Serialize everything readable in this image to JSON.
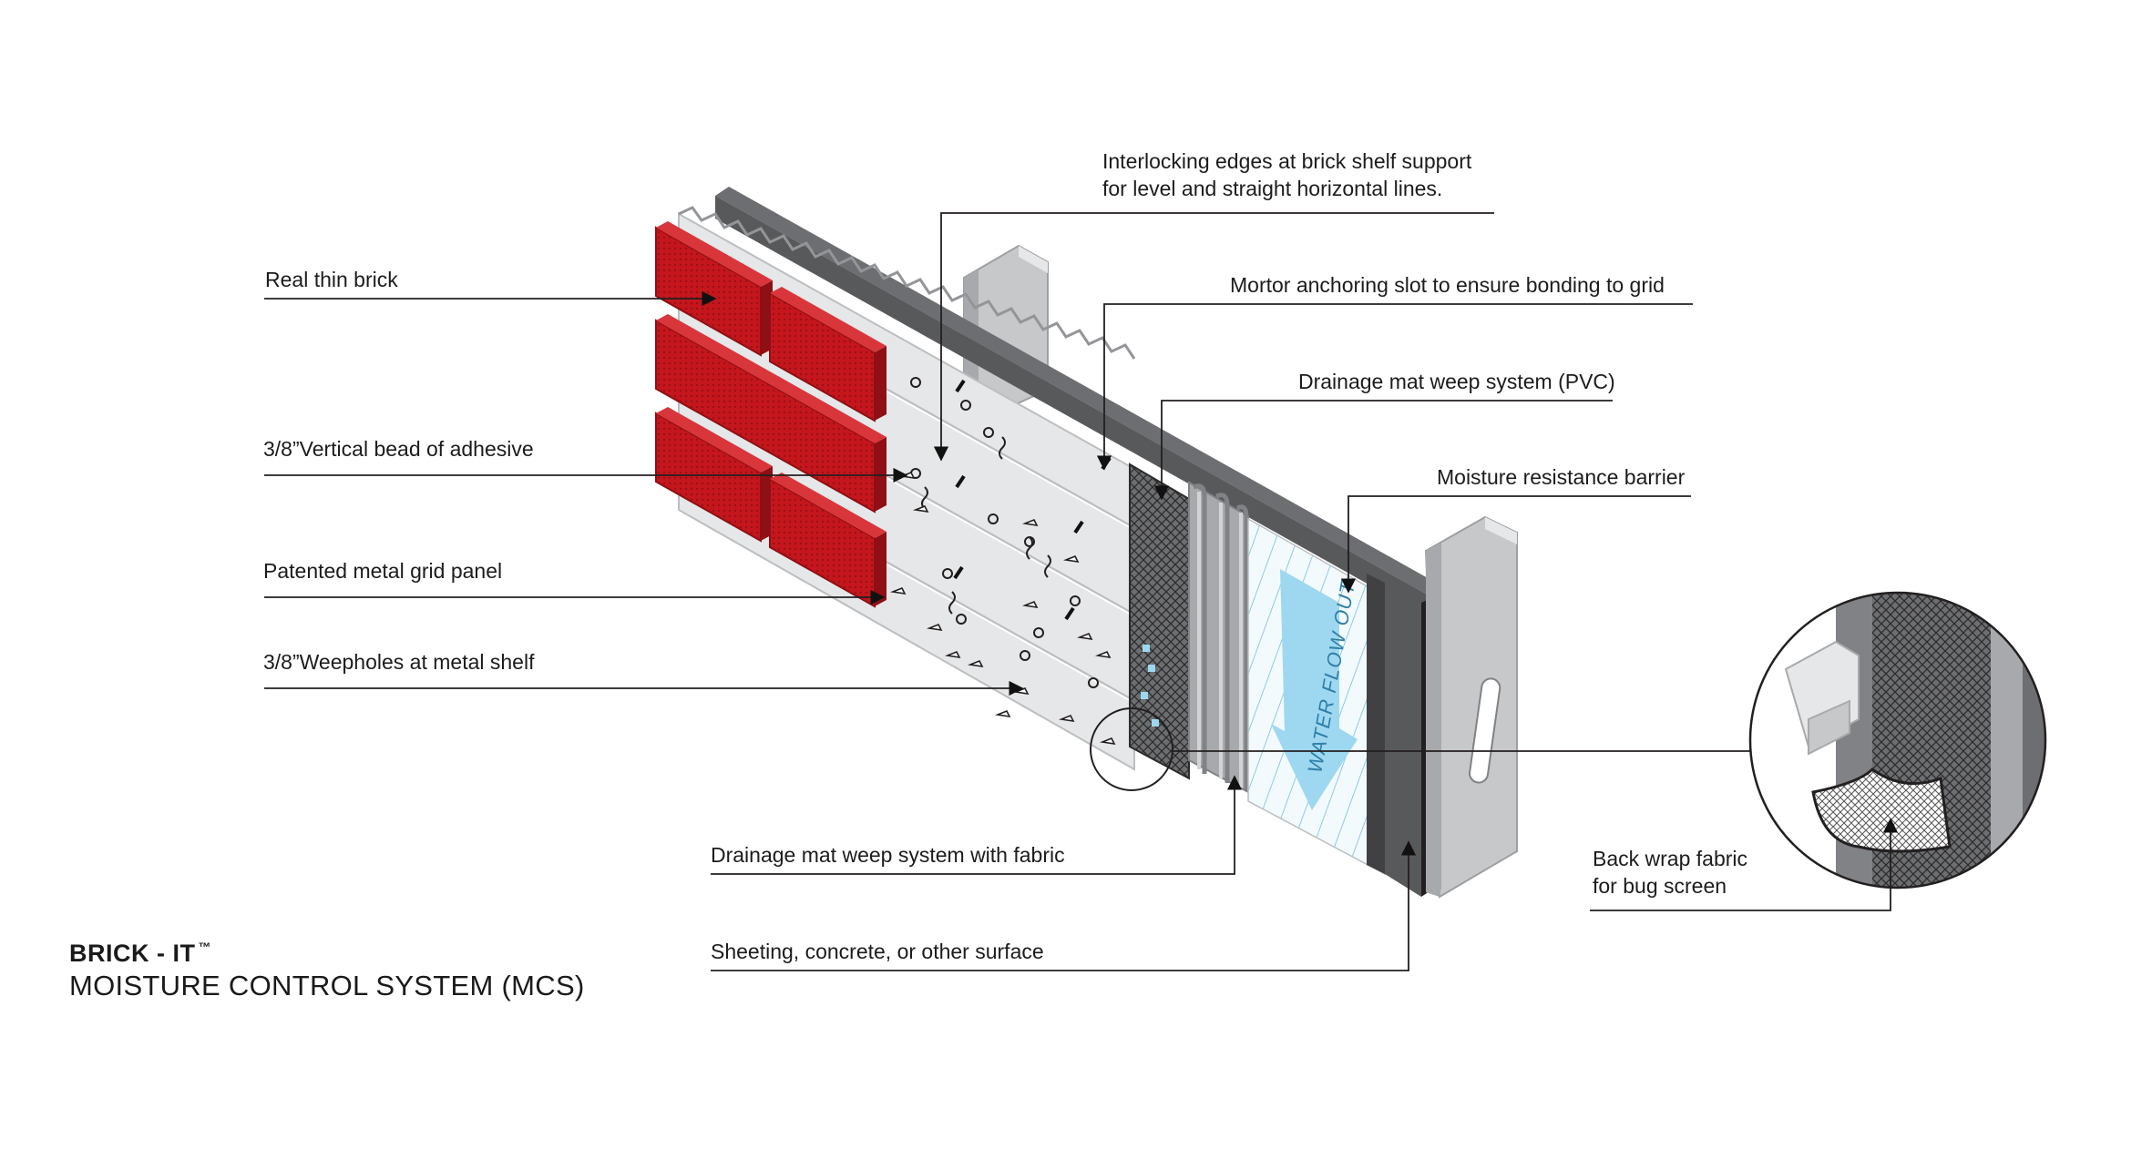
{
  "title": {
    "brand": "BRICK - IT",
    "trademark": "™",
    "subtitle": "MOISTURE CONTROL SYSTEM (MCS)"
  },
  "callouts": {
    "real_thin_brick": "Real thin brick",
    "vertical_bead": "3/8”Vertical bead of adhesive",
    "metal_grid_panel": "Patented metal grid panel",
    "weepholes": "3/8”Weepholes at metal shelf",
    "interlocking_edges": [
      "Interlocking edges at brick shelf support",
      "for level and straight horizontal lines."
    ],
    "mortar_slot": "Mortor anchoring slot to ensure bonding to grid",
    "drainage_pvc": "Drainage mat weep system (PVC)",
    "moisture_barrier": "Moisture resistance barrier",
    "drainage_fabric": "Drainage mat weep system with fabric",
    "sheeting": "Sheeting, concrete, or other surface",
    "back_wrap": [
      "Back wrap fabric",
      "for bug screen"
    ]
  },
  "diagram": {
    "water_arrow_text": "WATER FLOW OUT",
    "colors": {
      "brick": "#c4161c",
      "brick_dark": "#8e0f14",
      "grid_panel": "#e6e7e8",
      "grid_panel_dark": "#bcbec0",
      "drainage_mat": "#58595b",
      "barrier": "#a7a9ac",
      "sheeting": "#4d4d4f",
      "water_arrow": "#9ed8f0",
      "barrier_face": "#eef8fd",
      "leader_line": "#231f20",
      "stud": "#c7c8ca"
    }
  }
}
